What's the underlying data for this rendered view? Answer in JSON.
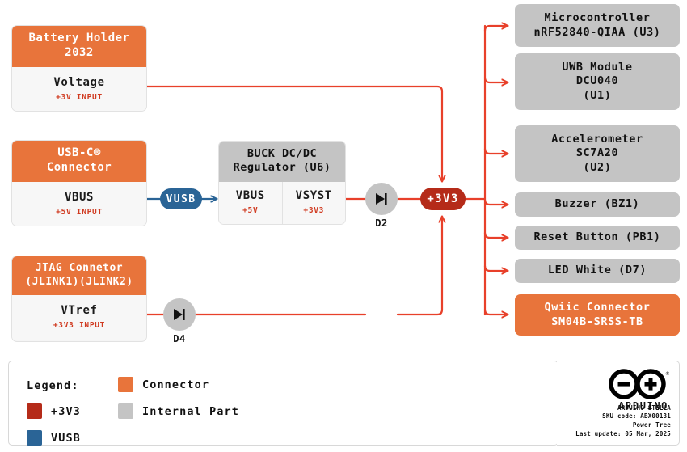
{
  "meta": {
    "colors": {
      "connector": "#e8743b",
      "internal": "#c4c4c4",
      "rail_3v3": "#b52b19",
      "rail_vusb": "#2a6496",
      "wire": "#e8402a"
    }
  },
  "sources": {
    "battery": {
      "title_line1": "Battery Holder",
      "title_line2": "2032",
      "rails": [
        {
          "name": "Voltage",
          "sub": "+3V INPUT"
        }
      ]
    },
    "usbc": {
      "title_line1": "USB-C®",
      "title_line2": "Connector",
      "rails": [
        {
          "name": "VBUS",
          "sub": "+5V INPUT"
        }
      ]
    },
    "jtag": {
      "title_line1": "JTAG Connetor",
      "title_line2": "(JLINK1)(JLINK2)",
      "rails": [
        {
          "name": "VTref",
          "sub": "+3V3 INPUT"
        }
      ]
    }
  },
  "regulator": {
    "title_line1": "BUCK DC/DC",
    "title_line2": "Regulator (U6)",
    "rails": [
      {
        "name": "VBUS",
        "sub": "+5V"
      },
      {
        "name": "VSYST",
        "sub": "+3V3"
      }
    ]
  },
  "nets": {
    "vusb": "VUSB",
    "v3v3": "+3V3"
  },
  "diodes": [
    {
      "id": "d2",
      "label": "D2"
    },
    {
      "id": "d4",
      "label": "D4"
    }
  ],
  "loads": [
    {
      "line1": "Microcontroller",
      "line2": "nRF52840-QIAA (U3)",
      "line3": "",
      "kind": "internal"
    },
    {
      "line1": "UWB Module",
      "line2": "DCU040",
      "line3": "(U1)",
      "kind": "internal"
    },
    {
      "line1": "Accelerometer",
      "line2": "SC7A20",
      "line3": "(U2)",
      "kind": "internal"
    },
    {
      "line1": "Buzzer (BZ1)",
      "line2": "",
      "line3": "",
      "kind": "internal"
    },
    {
      "line1": "Reset Button (PB1)",
      "line2": "",
      "line3": "",
      "kind": "internal"
    },
    {
      "line1": "LED White (D7)",
      "line2": "",
      "line3": "",
      "kind": "internal"
    },
    {
      "line1": "Qwiic Connector",
      "line2": "SM04B-SRSS-TB",
      "line3": "",
      "kind": "connector"
    }
  ],
  "legend": {
    "title": "Legend:",
    "items": [
      {
        "label": "Connector",
        "color": "#e8743b"
      },
      {
        "label": "+3V3",
        "color": "#b52b19"
      },
      {
        "label": "Internal Part",
        "color": "#c4c4c4"
      },
      {
        "label": "VUSB",
        "color": "#2a6496"
      }
    ]
  },
  "plate": {
    "brand": "ARDUINO",
    "line1": "ARDUINO STELLA",
    "line2": "SKU code: ABX00131",
    "line3": "Power Tree",
    "line4": "Last update: 05 Mar, 2025"
  }
}
